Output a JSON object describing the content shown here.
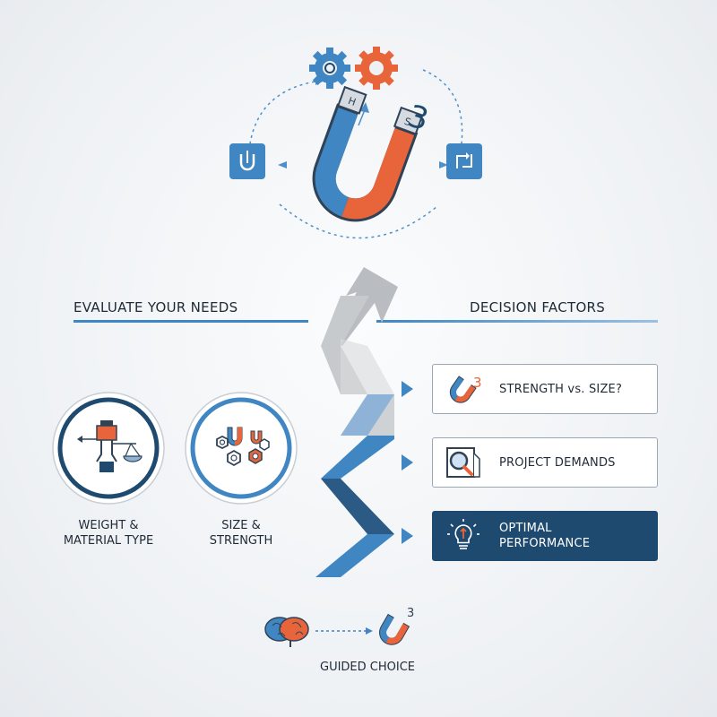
{
  "left_section": {
    "title": "EVALUATE YOUR NEEDS"
  },
  "right_section": {
    "title": "DECISION FACTORS"
  },
  "needs": [
    {
      "label_line1": "WEIGHT &",
      "label_line2": "MATERIAL TYPE",
      "icon": "weight-scale-icon"
    },
    {
      "label_line1": "SIZE &",
      "label_line2": "STRENGTH",
      "icon": "magnets-nuts-icon"
    }
  ],
  "factors": [
    {
      "label": "STRENGTH vs. SIZE?",
      "icon": "magnet-question-icon",
      "highlighted": false
    },
    {
      "label": "PROJECT DEMANDS",
      "icon": "magnifier-document-icon",
      "highlighted": false
    },
    {
      "label_line1": "OPTIMAL",
      "label_line2": "PERFORMANCE",
      "icon": "lightbulb-icon",
      "highlighted": true
    }
  ],
  "outcome": {
    "label": "GUIDED CHOICE"
  },
  "colors": {
    "blue": "#3f86c2",
    "orange": "#e8643a",
    "navy": "#1f4a70",
    "gray": "#9aa2ab"
  }
}
